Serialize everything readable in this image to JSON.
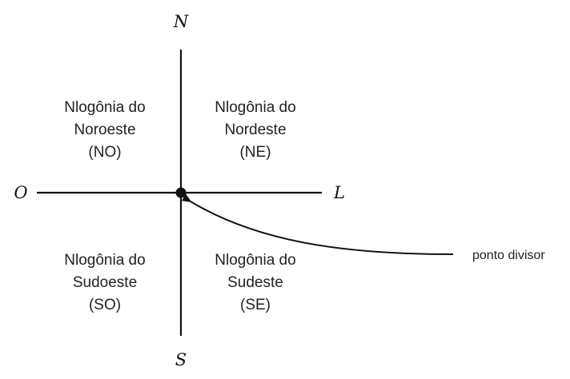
{
  "cardinals": {
    "north": "N",
    "south": "S",
    "west": "O",
    "east": "L"
  },
  "regions": {
    "nw": {
      "line1": "Nlogônia do",
      "line2": "Noroeste",
      "line3": "(NO)"
    },
    "ne": {
      "line1": "Nlogônia do",
      "line2": "Nordeste",
      "line3": "(NE)"
    },
    "sw": {
      "line1": "Nlogônia do",
      "line2": "Sudoeste",
      "line3": "(SO)"
    },
    "se": {
      "line1": "Nlogônia do",
      "line2": "Sudeste",
      "line3": "(SE)"
    }
  },
  "callout": {
    "label": "ponto divisor"
  },
  "colors": {
    "ink": "#111111",
    "text": "#222222",
    "background": "#ffffff"
  }
}
